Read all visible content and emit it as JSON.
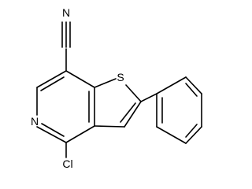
{
  "molecule": {
    "atoms": {
      "cyano_n": "N",
      "sulfur": "S",
      "ring_n": "N",
      "chlorine": "Cl"
    }
  }
}
